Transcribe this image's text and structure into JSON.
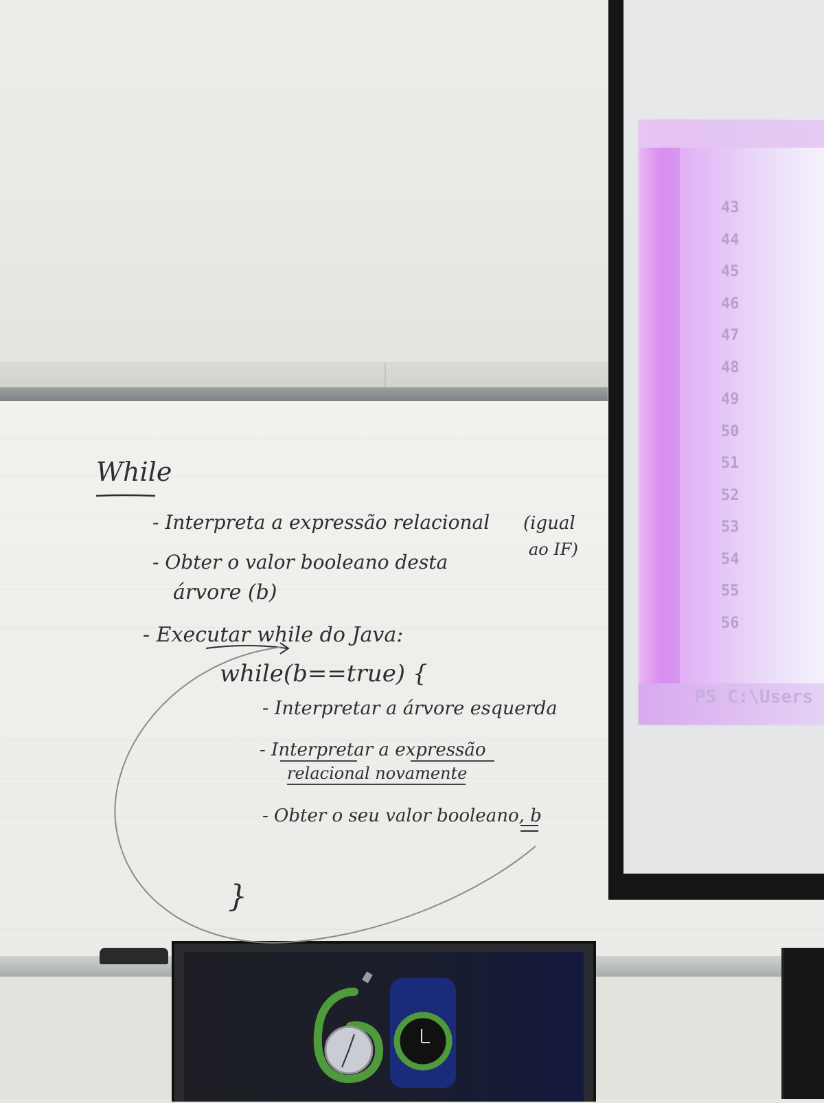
{
  "board": {
    "title": "While",
    "lines": [
      "- Interpreta a expressão relacional",
      "- Obter o valor booleano desta",
      "árvore (b)",
      "- Executar while do Java:",
      "while(b==true) {",
      "- Interpretar a árvore esquerda",
      "- Interpretar a expressão",
      "relacional novamente",
      "- Obter o seu valor booleano, b",
      "}"
    ],
    "note_line_1": "(igual",
    "note_line_2": "ao IF)"
  },
  "projector": {
    "line_numbers": [
      "43",
      "44",
      "45",
      "46",
      "47",
      "48",
      "49",
      "50",
      "51",
      "52",
      "53",
      "54",
      "55",
      "56"
    ],
    "terminal": "PS C:\\Users"
  },
  "monitor": {
    "logo_digit": "6",
    "logo_digit_2": "0"
  }
}
